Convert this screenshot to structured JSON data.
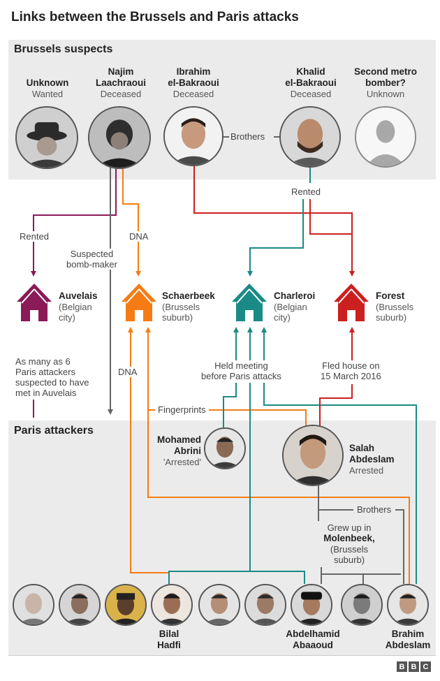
{
  "title": "Links between the Brussels and Paris attacks",
  "sections": {
    "brussels": "Brussels suspects",
    "paris": "Paris attackers"
  },
  "brussels_suspects": [
    {
      "name": "Unknown",
      "status": "Wanted"
    },
    {
      "name": "Najim\nLaachraoui",
      "status": "Deceased"
    },
    {
      "name": "Ibrahim\nel-Bakraoui",
      "status": "Deceased"
    },
    {
      "name": "Khalid\nel-Bakraoui",
      "status": "Deceased"
    },
    {
      "name": "Second metro\nbomber?",
      "status": "Unknown"
    }
  ],
  "places": [
    {
      "name": "Auvelais",
      "desc": "(Belgian\ncity)",
      "color": "#8a1a58"
    },
    {
      "name": "Schaerbeek",
      "desc": "(Brussels\nsuburb)",
      "color": "#f57c14"
    },
    {
      "name": "Charleroi",
      "desc": "(Belgian\ncity)",
      "color": "#1a8a86"
    },
    {
      "name": "Forest",
      "desc": "(Brussels\nsuburb)",
      "color": "#cc1f1f"
    }
  ],
  "links": {
    "brothers_top": "Brothers",
    "rented_top": "Rented",
    "rented_left": "Rented",
    "dna_top": "DNA",
    "bombmaker": "Suspected\nbomb-maker",
    "auvelais_note": "As many as 6\nParis attackers\nsuspected to have\nmet in Auvelais",
    "dna_bottom": "DNA",
    "held_meeting": "Held meeting\nbefore Paris attacks",
    "fled": "Fled house on\n15 March 2016",
    "fingerprints": "Fingerprints",
    "brothers_bottom": "Brothers",
    "grew_up_pre": "Grew up in",
    "grew_up_place": "Molenbeek,",
    "grew_up_post": "(Brussels\nsuburb)"
  },
  "paris_key": {
    "abrini": {
      "name": "Mohamed\nAbrini",
      "status": "'Arrested'"
    },
    "salah": {
      "name": "Salah\nAbdeslam",
      "status": "Arrested"
    }
  },
  "bottom_names": {
    "hadfi": "Bilal\nHadfi",
    "abaaoud": "Abdelhamid\nAbaaoud",
    "brahim": "Brahim\nAbdeslam"
  },
  "logo": [
    "B",
    "B",
    "C"
  ],
  "colors": {
    "purple": "#8a1a58",
    "orange": "#f57c14",
    "teal": "#1a8a86",
    "red": "#cc1f1f",
    "grey": "#666666",
    "band": "#ebebeb"
  }
}
